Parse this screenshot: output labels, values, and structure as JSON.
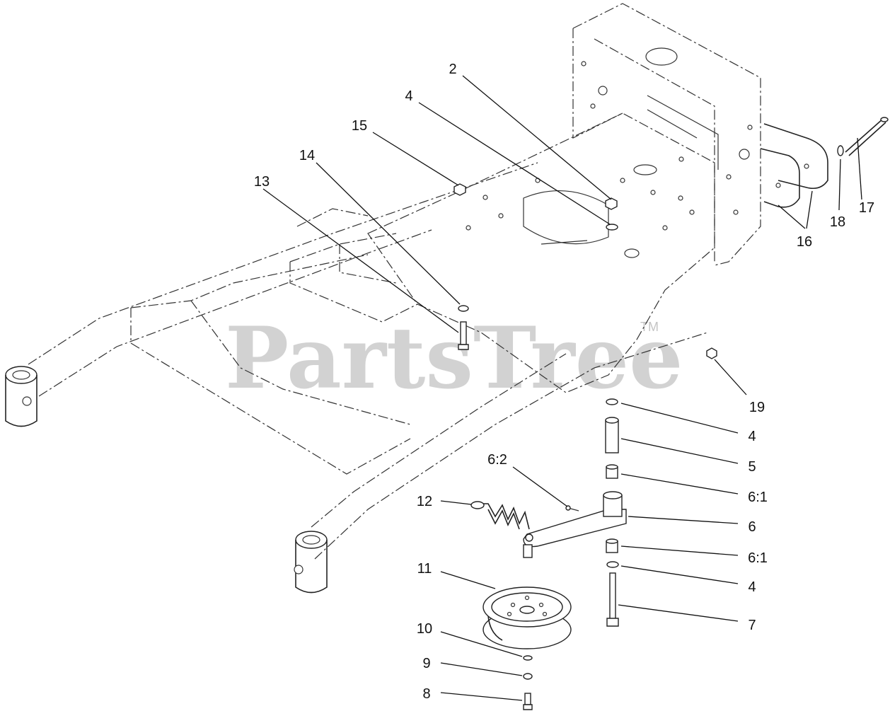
{
  "watermark": {
    "text": "PartsTree",
    "trademark": "TM"
  },
  "callouts": [
    {
      "id": "2",
      "text": "2"
    },
    {
      "id": "4a",
      "text": "4"
    },
    {
      "id": "15",
      "text": "15"
    },
    {
      "id": "14",
      "text": "14"
    },
    {
      "id": "13",
      "text": "13"
    },
    {
      "id": "17",
      "text": "17"
    },
    {
      "id": "18",
      "text": "18"
    },
    {
      "id": "16",
      "text": "16"
    },
    {
      "id": "19",
      "text": "19"
    },
    {
      "id": "4b",
      "text": "4"
    },
    {
      "id": "5",
      "text": "5"
    },
    {
      "id": "6-2",
      "text": "6:2"
    },
    {
      "id": "6-1a",
      "text": "6:1"
    },
    {
      "id": "12",
      "text": "12"
    },
    {
      "id": "6",
      "text": "6"
    },
    {
      "id": "6-1b",
      "text": "6:1"
    },
    {
      "id": "11",
      "text": "11"
    },
    {
      "id": "4c",
      "text": "4"
    },
    {
      "id": "7",
      "text": "7"
    },
    {
      "id": "10",
      "text": "10"
    },
    {
      "id": "9",
      "text": "9"
    },
    {
      "id": "8",
      "text": "8"
    }
  ]
}
